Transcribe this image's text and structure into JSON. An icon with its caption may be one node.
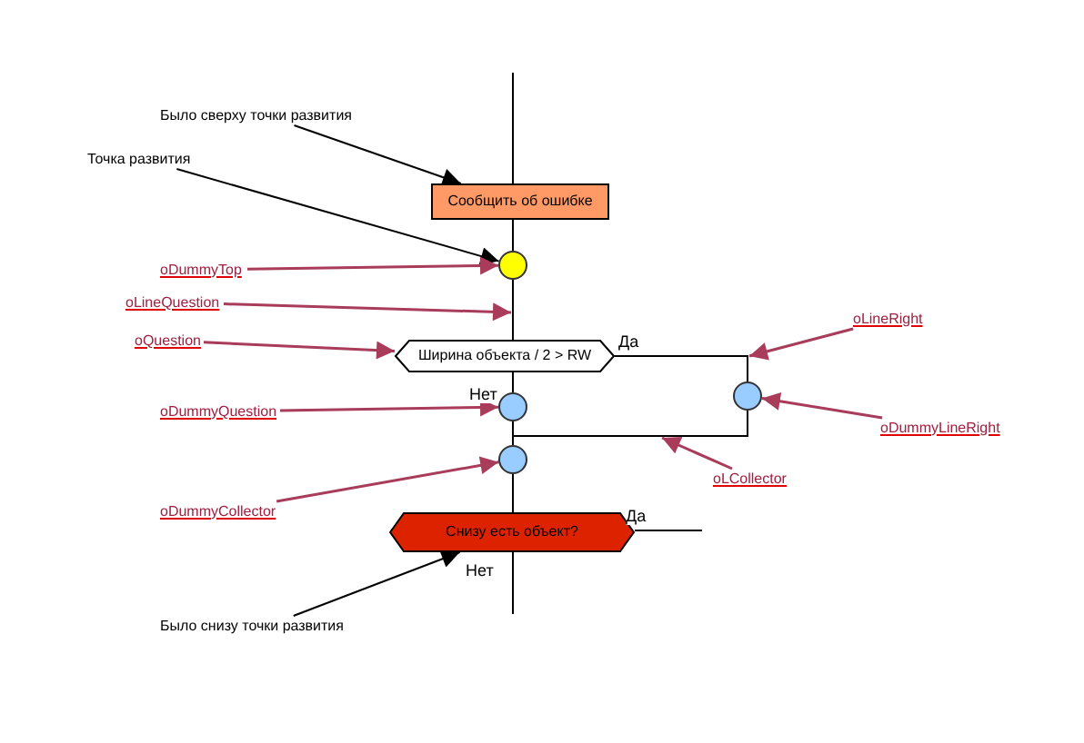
{
  "diagram": {
    "nodes": [
      {
        "text": [
          "Было сверху точки развития"
        ]
      },
      {
        "text": [
          "Точка развития"
        ]
      },
      {
        "text": [
          "Сообщить об ошибке"
        ]
      },
      {
        "text": [],
        "shape": "circle"
      },
      {
        "text": [
          "oDummyTop"
        ]
      },
      {
        "text": [
          "oLineQuestion"
        ]
      },
      {
        "text": [
          "oLineRight"
        ]
      },
      {
        "text": [
          "oQuestion"
        ]
      },
      {
        "text": [
          "Ширина объекта / 2 > RW"
        ]
      },
      {
        "text": [],
        "shape": "circle"
      },
      {
        "text": [],
        "shape": "circle"
      },
      {
        "text": [
          "oDummyQuestion"
        ]
      },
      {
        "text": [
          "oDummyLineRight"
        ]
      },
      {
        "text": [],
        "shape": "circle"
      },
      {
        "text": [
          "oLCollector"
        ]
      },
      {
        "text": [
          "oDummyCollector"
        ]
      },
      {
        "text": [
          "Снизу есть объект?"
        ]
      },
      {
        "text": [
          "Было снизу точки развития"
        ]
      },
      {
        "text": [],
        "shape": "line"
      },
      {
        "text": [],
        "shape": "line"
      },
      {
        "text": [],
        "shape": "line"
      }
    ],
    "edges": [
      {
        "from": null,
        "to": 2,
        "arrow": "none"
      },
      {
        "from": 2,
        "to": 3,
        "arrow": "none"
      },
      {
        "from": 3,
        "to": 8,
        "arrow": "none"
      },
      {
        "from": 8,
        "to": 9,
        "arrow": "none",
        "label": "Нет"
      },
      {
        "from": 8,
        "to": 10,
        "arrow": "none",
        "label": "Да"
      },
      {
        "from": 9,
        "to": 13,
        "arrow": "none"
      },
      {
        "from": 10,
        "to": 13,
        "arrow": "none"
      },
      {
        "from": 13,
        "to": 16,
        "arrow": "none"
      },
      {
        "from": 16,
        "to": null,
        "arrow": "none",
        "label": "Да"
      },
      {
        "from": 16,
        "to": null,
        "arrow": "none",
        "label": "Нет"
      },
      {
        "from": 0,
        "to": 2,
        "arrow": "to"
      },
      {
        "from": 1,
        "to": 3,
        "arrow": "to"
      },
      {
        "from": 4,
        "to": 3,
        "arrow": "to",
        "color": "#a83c5a"
      },
      {
        "from": 5,
        "to": 18,
        "arrow": "to",
        "color": "#a83c5a"
      },
      {
        "from": 6,
        "to": 19,
        "arrow": "to",
        "color": "#a83c5a"
      },
      {
        "from": 7,
        "to": 8,
        "arrow": "to",
        "color": "#a83c5a"
      },
      {
        "from": 11,
        "to": 9,
        "arrow": "to",
        "color": "#a83c5a"
      },
      {
        "from": 12,
        "to": 10,
        "arrow": "to",
        "color": "#a83c5a"
      },
      {
        "from": 14,
        "to": 20,
        "arrow": "to",
        "color": "#a83c5a"
      },
      {
        "from": 15,
        "to": 13,
        "arrow": "to",
        "color": "#a83c5a"
      },
      {
        "from": 17,
        "to": 16,
        "arrow": "to"
      }
    ]
  }
}
